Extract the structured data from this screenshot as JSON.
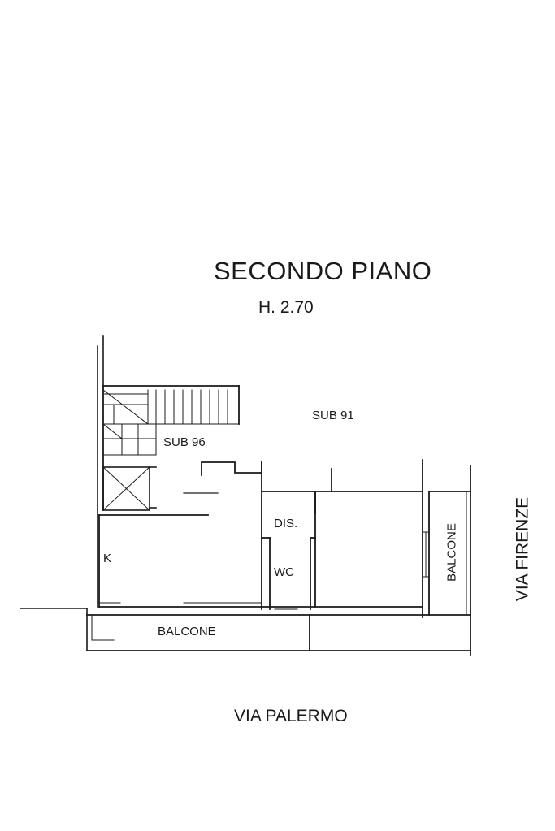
{
  "drawing": {
    "title": "SECONDO PIANO",
    "ceiling_height": "H. 2.70"
  },
  "rooms": {
    "sub_91": "SUB 91",
    "sub_96": "SUB 96",
    "disimpegno": "DIS.",
    "wc": "WC",
    "kitchen": "K",
    "balcony_south": "BALCONE",
    "balcony_east": "BALCONE"
  },
  "streets": {
    "south": "VIA PALERMO",
    "east": "VIA FIRENZE"
  },
  "colors": {
    "line": "#1a1a1a",
    "background": "#ffffff"
  }
}
